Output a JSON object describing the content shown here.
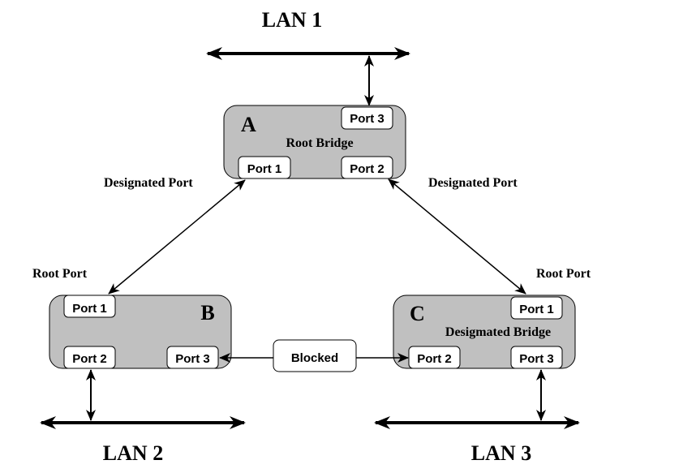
{
  "diagram": {
    "title": "Spanning Tree Topology",
    "lans": [
      {
        "id": "lan1",
        "label": "LAN 1"
      },
      {
        "id": "lan2",
        "label": "LAN 2"
      },
      {
        "id": "lan3",
        "label": "LAN 3"
      }
    ],
    "bridges": {
      "a": {
        "letter": "A",
        "role": "Root Bridge",
        "ports": {
          "p1": "Port 1",
          "p2": "Port 2",
          "p3": "Port 3"
        }
      },
      "b": {
        "letter": "B",
        "role": "",
        "ports": {
          "p1": "Port 1",
          "p2": "Port 2",
          "p3": "Port 3"
        }
      },
      "c": {
        "letter": "C",
        "role": "Desigmated Bridge",
        "ports": {
          "p1": "Port 1",
          "p2": "Port 2",
          "p3": "Port 3"
        }
      }
    },
    "annotations": {
      "designated_port_left": "Designated Port",
      "designated_port_right": "Designated Port",
      "root_port_left": "Root Port",
      "root_port_right": "Root Port",
      "blocked": "Blocked"
    },
    "colors": {
      "bridge_fill": "#c0c0c0",
      "port_fill": "#ffffff",
      "line": "#000000"
    }
  }
}
